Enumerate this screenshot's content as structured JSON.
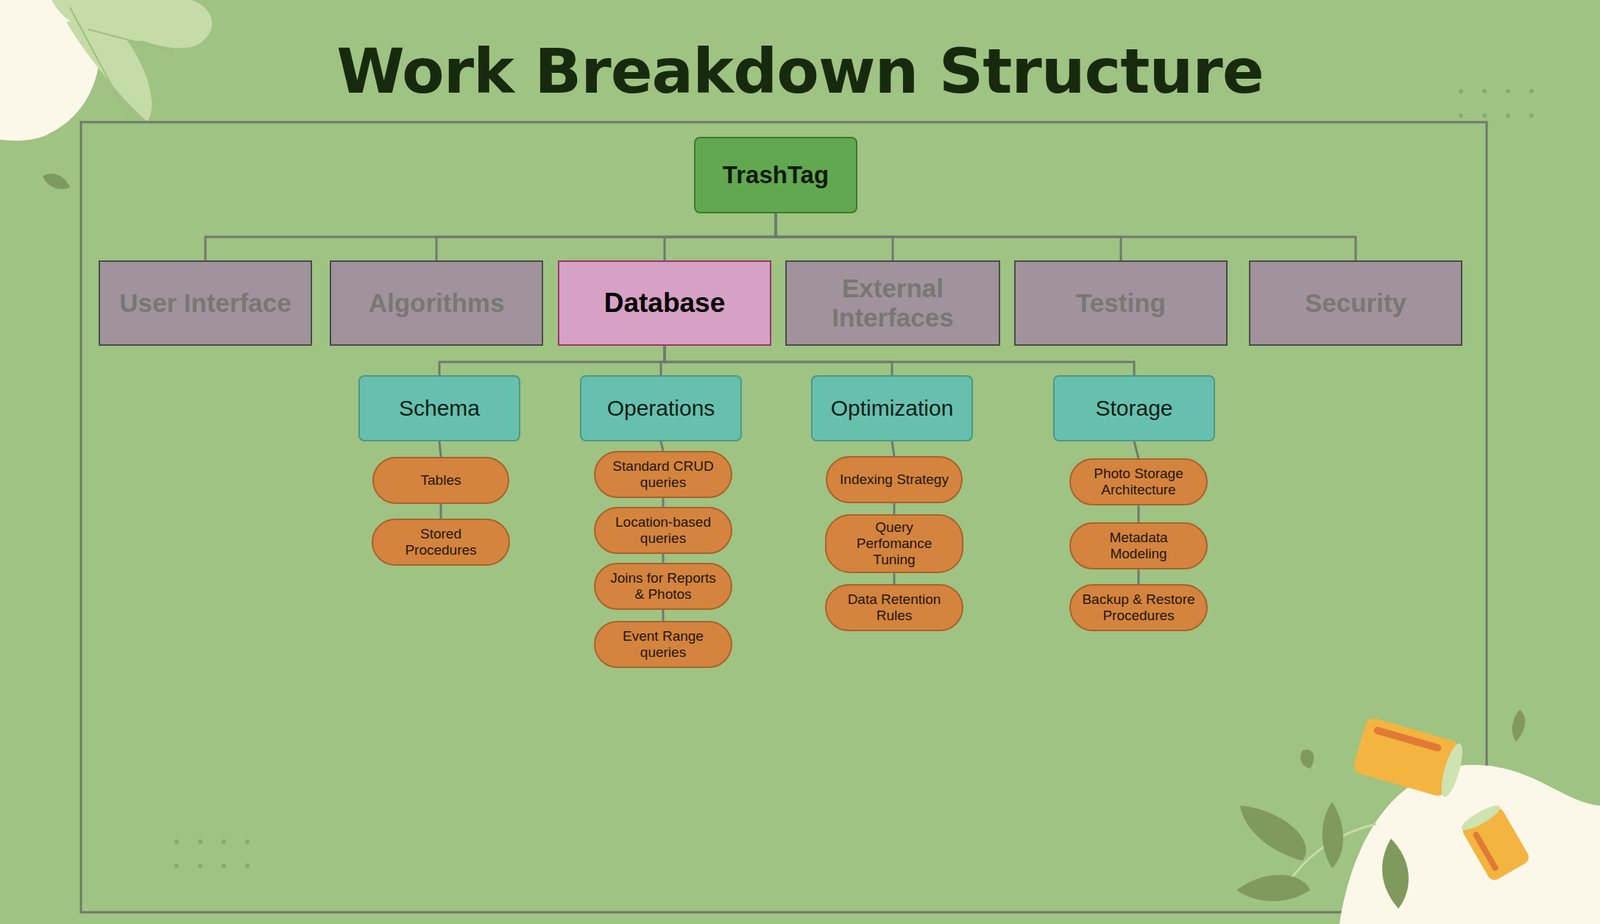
{
  "diagram": {
    "title": "Work Breakdown Structure",
    "nodes": [
      {
        "text": [
          "TrashTag"
        ]
      },
      {
        "text": [
          "User Interface"
        ]
      },
      {
        "text": [
          "Algorithms"
        ]
      },
      {
        "text": [
          "Database"
        ]
      },
      {
        "text": [
          "External Interfaces"
        ]
      },
      {
        "text": [
          "Testing"
        ]
      },
      {
        "text": [
          "Security"
        ]
      },
      {
        "text": [
          "Schema"
        ]
      },
      {
        "text": [
          "Operations"
        ]
      },
      {
        "text": [
          "Optimization"
        ]
      },
      {
        "text": [
          "Storage"
        ]
      },
      {
        "text": [
          "Tables"
        ]
      },
      {
        "text": [
          "Stored Procedures"
        ]
      },
      {
        "text": [
          "Standard CRUD queries"
        ]
      },
      {
        "text": [
          "Location-based queries"
        ]
      },
      {
        "text": [
          "Joins for Reports & Photos"
        ]
      },
      {
        "text": [
          "Event Range queries"
        ]
      },
      {
        "text": [
          "Indexing Strategy"
        ]
      },
      {
        "text": [
          "Query Perfomance Tuning"
        ]
      },
      {
        "text": [
          "Data Retention Rules"
        ]
      },
      {
        "text": [
          "Photo Storage Architecture"
        ]
      },
      {
        "text": [
          "Metadata Modeling"
        ]
      },
      {
        "text": [
          "Backup & Restore Procedures"
        ]
      }
    ],
    "edges": [
      {
        "from": 0,
        "to": 1,
        "arrow": "none"
      },
      {
        "from": 0,
        "to": 2,
        "arrow": "none"
      },
      {
        "from": 0,
        "to": 3,
        "arrow": "none"
      },
      {
        "from": 0,
        "to": 4,
        "arrow": "none"
      },
      {
        "from": 0,
        "to": 5,
        "arrow": "none"
      },
      {
        "from": 0,
        "to": 6,
        "arrow": "none"
      },
      {
        "from": 3,
        "to": 7,
        "arrow": "none"
      },
      {
        "from": 3,
        "to": 8,
        "arrow": "none"
      },
      {
        "from": 3,
        "to": 9,
        "arrow": "none"
      },
      {
        "from": 3,
        "to": 10,
        "arrow": "none"
      },
      {
        "from": 7,
        "to": 11,
        "arrow": "none"
      },
      {
        "from": 11,
        "to": 12,
        "arrow": "none"
      },
      {
        "from": 8,
        "to": 13,
        "arrow": "none"
      },
      {
        "from": 13,
        "to": 14,
        "arrow": "none"
      },
      {
        "from": 14,
        "to": 15,
        "arrow": "none"
      },
      {
        "from": 15,
        "to": 16,
        "arrow": "none"
      },
      {
        "from": 9,
        "to": 17,
        "arrow": "none"
      },
      {
        "from": 17,
        "to": 18,
        "arrow": "none"
      },
      {
        "from": 18,
        "to": 19,
        "arrow": "none"
      },
      {
        "from": 10,
        "to": 20,
        "arrow": "none"
      },
      {
        "from": 20,
        "to": 21,
        "arrow": "none"
      },
      {
        "from": 21,
        "to": 22,
        "arrow": "none"
      }
    ]
  }
}
